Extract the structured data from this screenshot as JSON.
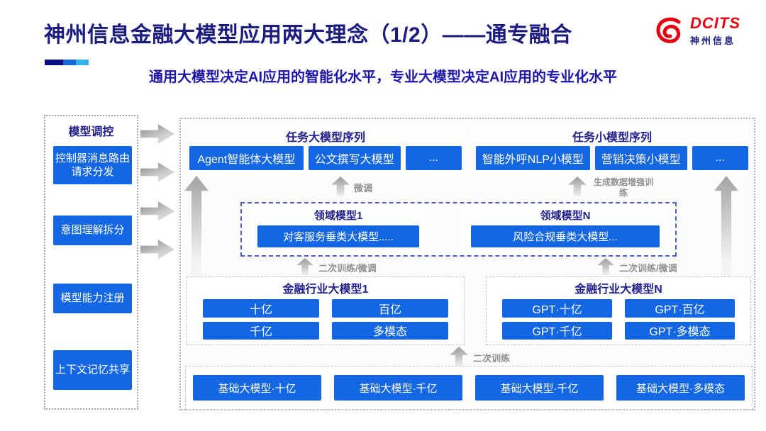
{
  "slide": {
    "title": "神州信息金融大模型应用两大理念（1/2）——通专融合",
    "subtitle": "通用大模型决定AI应用的智能化水平，专业大模型决定AI应用的专业化水平"
  },
  "logo": {
    "name": "DCITS",
    "caption": "神州信息"
  },
  "colors": {
    "title_navy": "#1b1b80",
    "subtitle_blue": "#1e16aa",
    "node_blue": "#1467e4",
    "brand_red": "#e60012",
    "label_gray": "#8f8f8f",
    "accent_bar": [
      "#0c0c84",
      "#1667d8",
      "#31b4e6"
    ],
    "domain_dash_blue": "#4a5fc1"
  },
  "sidebar": {
    "title": "模型调控",
    "items": [
      "控制器消息路由请求分发",
      "意图理解拆分",
      "模型能力注册",
      "上下文记忆共享"
    ]
  },
  "task_large_series": {
    "title": "任务大模型序列",
    "items": [
      "Agent智能体大模型",
      "公文撰写大模型",
      "..."
    ]
  },
  "task_small_series": {
    "title": "任务小模型序列",
    "items": [
      "智能外呼NLP小模型",
      "营销决策小模型",
      "..."
    ]
  },
  "flow_labels": {
    "finetune": "微调",
    "gen_data_training": "生成数据增强训练",
    "secondary_finetune_left": "二次训练/微调",
    "secondary_finetune_right": "二次训练/微调",
    "secondary_training": "二次训练"
  },
  "domain_model_1": {
    "title": "领域模型1",
    "item": "对客服务垂类大模型....."
  },
  "domain_model_n": {
    "title": "领域模型N",
    "item": "风险合规垂类大模型..."
  },
  "industry_model_1": {
    "title": "金融行业大模型1",
    "items": [
      "十亿",
      "百亿",
      "千亿",
      "多模态"
    ]
  },
  "industry_model_n": {
    "title": "金融行业大模型N",
    "items": [
      "GPT·十亿",
      "GPT·百亿",
      "GPT·千亿",
      "GPT·多模态"
    ]
  },
  "base_models": {
    "items": [
      "基础大模型·十亿",
      "基础大模型·千亿",
      "基础大模型·千亿",
      "基础大模型·多模态"
    ]
  }
}
